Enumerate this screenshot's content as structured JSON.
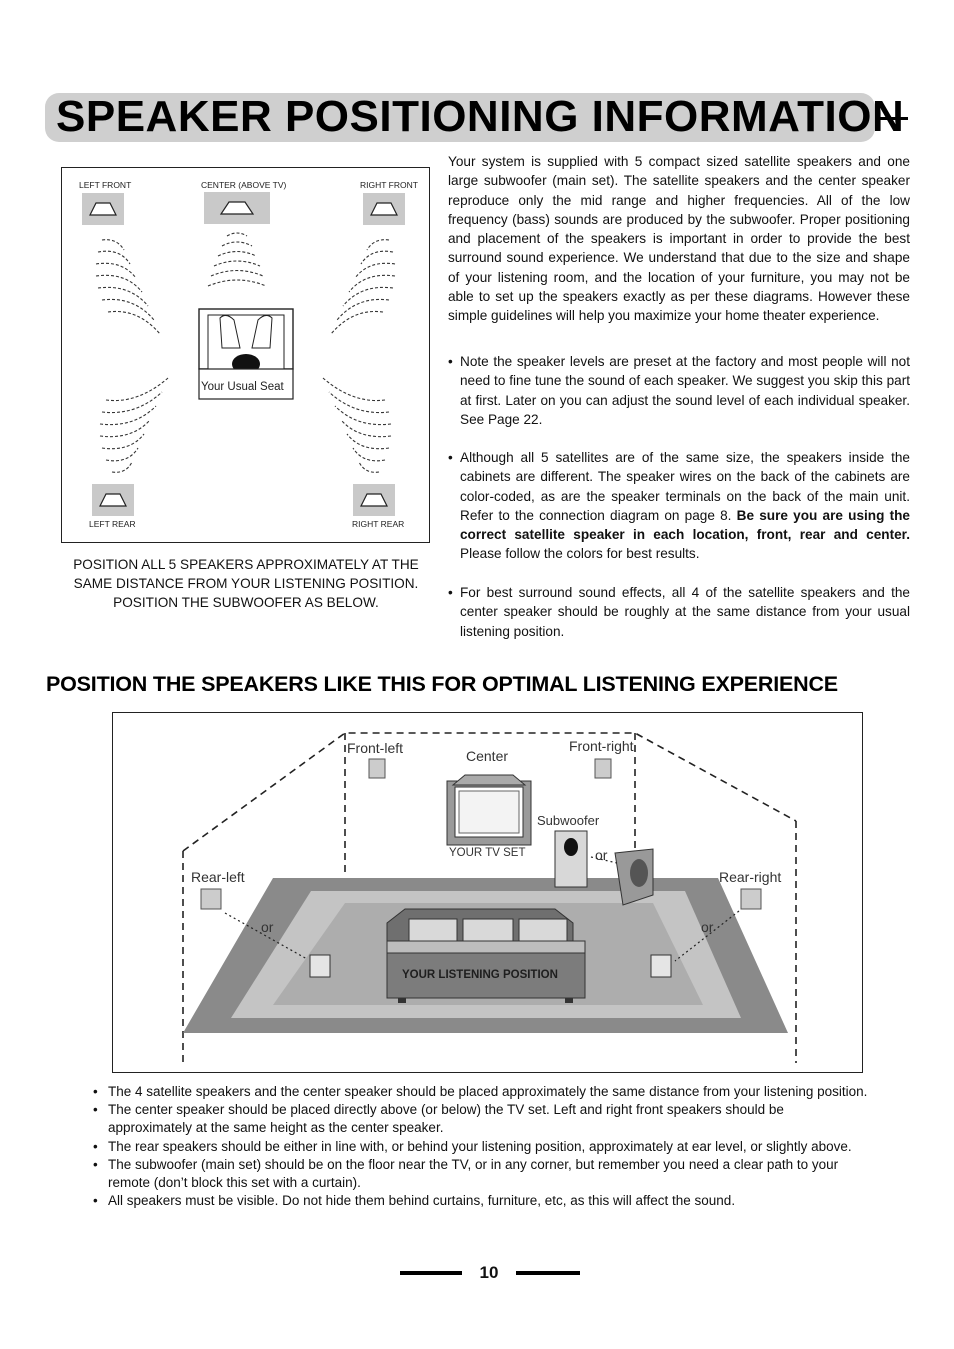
{
  "title": "SPEAKER  POSITIONING  INFORMATION",
  "seat_diagram": {
    "left_front": "LEFT FRONT",
    "center": "CENTER (ABOVE TV)",
    "right_front": "RIGHT FRONT",
    "seat": "Your Usual Seat",
    "left_rear": "LEFT REAR",
    "right_rear": "RIGHT REAR"
  },
  "caption": "POSITION ALL 5 SPEAKERS APPROXIMATELY AT THE SAME DISTANCE FROM YOUR LISTENING POSITION. POSITION THE SUBWOOFER AS BELOW.",
  "intro": "Your system is supplied with 5 compact sized satellite speakers and one large subwoofer (main set). The satellite speakers and the center speaker reproduce only the mid range and higher frequencies. All of the low frequency (bass) sounds are produced by the subwoofer. Proper positioning and placement of the speakers is important in order to provide the best surround sound experience. We understand that due to the size and shape of your listening room, and the location of your furniture, you may not be able to set up the speakers exactly as per these diagrams. However these simple guidelines will help you maximize your home theater experience.",
  "bullets": {
    "b1": "Note the speaker levels are preset at the factory and most people will not need to fine tune the sound of each speaker. We suggest you skip this part at first. Later on you can adjust the sound level of each individual speaker. See Page 22.",
    "b2_a": "Although all 5 satellites are of the same size, the speakers inside the cabinets are different. The speaker wires on the back of the cabinets are color-coded, as are the speaker terminals on the back of the main unit. Refer to the connection diagram on page 8. ",
    "b2_bold": "Be sure you are using the correct satellite speaker in each location, front, rear and center.",
    "b2_c": " Please follow the colors for best results.",
    "b3": "For best surround sound effects, all 4 of the satellite speakers and the center speaker should be roughly at the same distance from your usual listening position."
  },
  "section_heading": "POSITION THE SPEAKERS LIKE THIS FOR OPTIMAL LISTENING EXPERIENCE",
  "room_diagram": {
    "front_left": "Front-left",
    "center": "Center",
    "front_right": "Front-right",
    "subwoofer": "Subwoofer",
    "tv": "YOUR TV SET",
    "or_sub": "or",
    "rear_left": "Rear-left",
    "rear_right": "Rear-right",
    "or_left": "or",
    "or_right": "or",
    "listening": "YOUR LISTENING POSITION"
  },
  "bottom_list": [
    "The 4 satellite speakers and the center speaker should be placed approximately the same distance from your listening position.",
    "The center speaker should be placed directly above (or below) the TV set. Left and right front speakers should be approximately at the same height as the center speaker.",
    "The rear speakers should be either in line with, or behind your listening position, approximately at ear level, or slightly above.",
    "The subwoofer (main set) should be on the floor near the TV, or in any corner, but remember you need a clear path to your remote (don’t block this set with a curtain).",
    "All speakers must be visible. Do not hide them behind curtains, furniture, etc, as this will affect the sound."
  ],
  "bullet_char": "•",
  "page_number": "10"
}
